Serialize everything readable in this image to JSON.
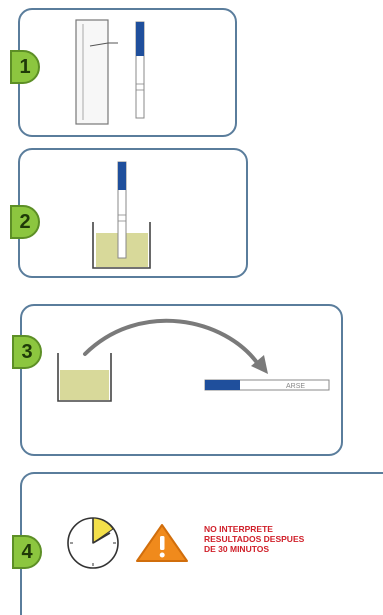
{
  "steps": [
    {
      "number": "1"
    },
    {
      "number": "2"
    },
    {
      "number": "3"
    },
    {
      "number": "4"
    }
  ],
  "step3": {
    "strip_window_text": "ARSE"
  },
  "step4": {
    "warning_text": "NO INTERPRETE\nRESULTADOS DESPUES\nDE 30 MINUTOS"
  },
  "colors": {
    "panel_border": "#5a7d9c",
    "badge_fill": "#8cc63f",
    "strip_blue": "#1f4f9c",
    "urine_fill": "#d8d99a",
    "warning_red": "#d0202a",
    "warning_orange": "#f08a1c",
    "clock_fill": "#f4e04a"
  }
}
